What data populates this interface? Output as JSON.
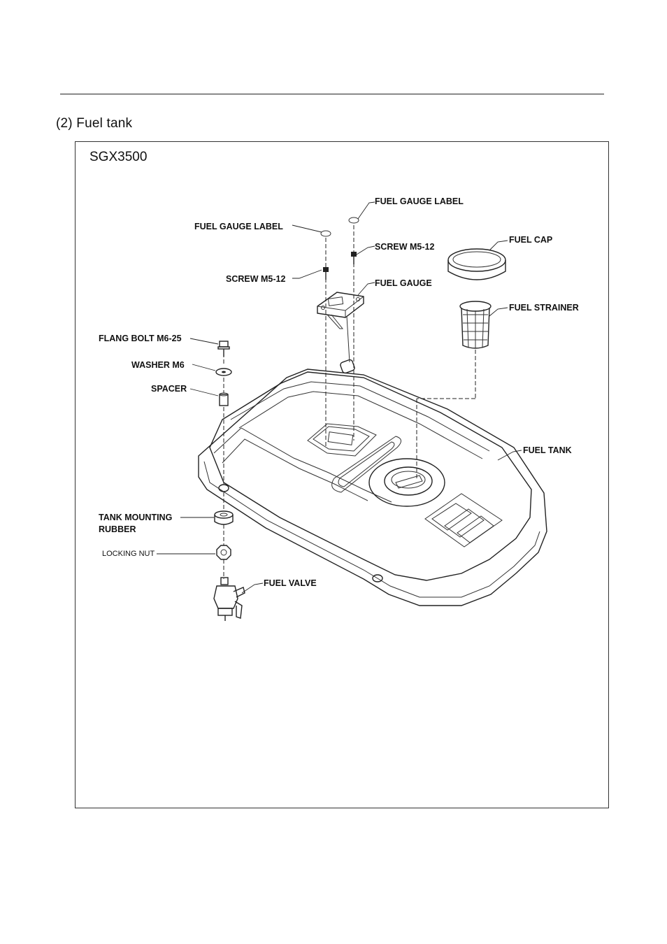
{
  "page": {
    "section_title": "(2)  Fuel tank",
    "model": "SGX3500"
  },
  "labels": {
    "fuel_gauge_label_right": "FUEL GAUGE LABEL",
    "fuel_gauge_label_left": "FUEL GAUGE LABEL",
    "fuel_cap": "FUEL CAP",
    "screw_right": "SCREW M5-12",
    "screw_left": "SCREW M5-12",
    "fuel_gauge": "FUEL GAUGE",
    "fuel_strainer": "FUEL STRAINER",
    "flang_bolt": "FLANG BOLT M6-25",
    "washer": "WASHER M6",
    "spacer": "SPACER",
    "fuel_tank": "FUEL TANK",
    "tank_mounting_1": "TANK MOUNTING",
    "tank_mounting_2": "RUBBER",
    "locking_nut": "LOCKING NUT",
    "fuel_valve": "FUEL VALVE"
  }
}
